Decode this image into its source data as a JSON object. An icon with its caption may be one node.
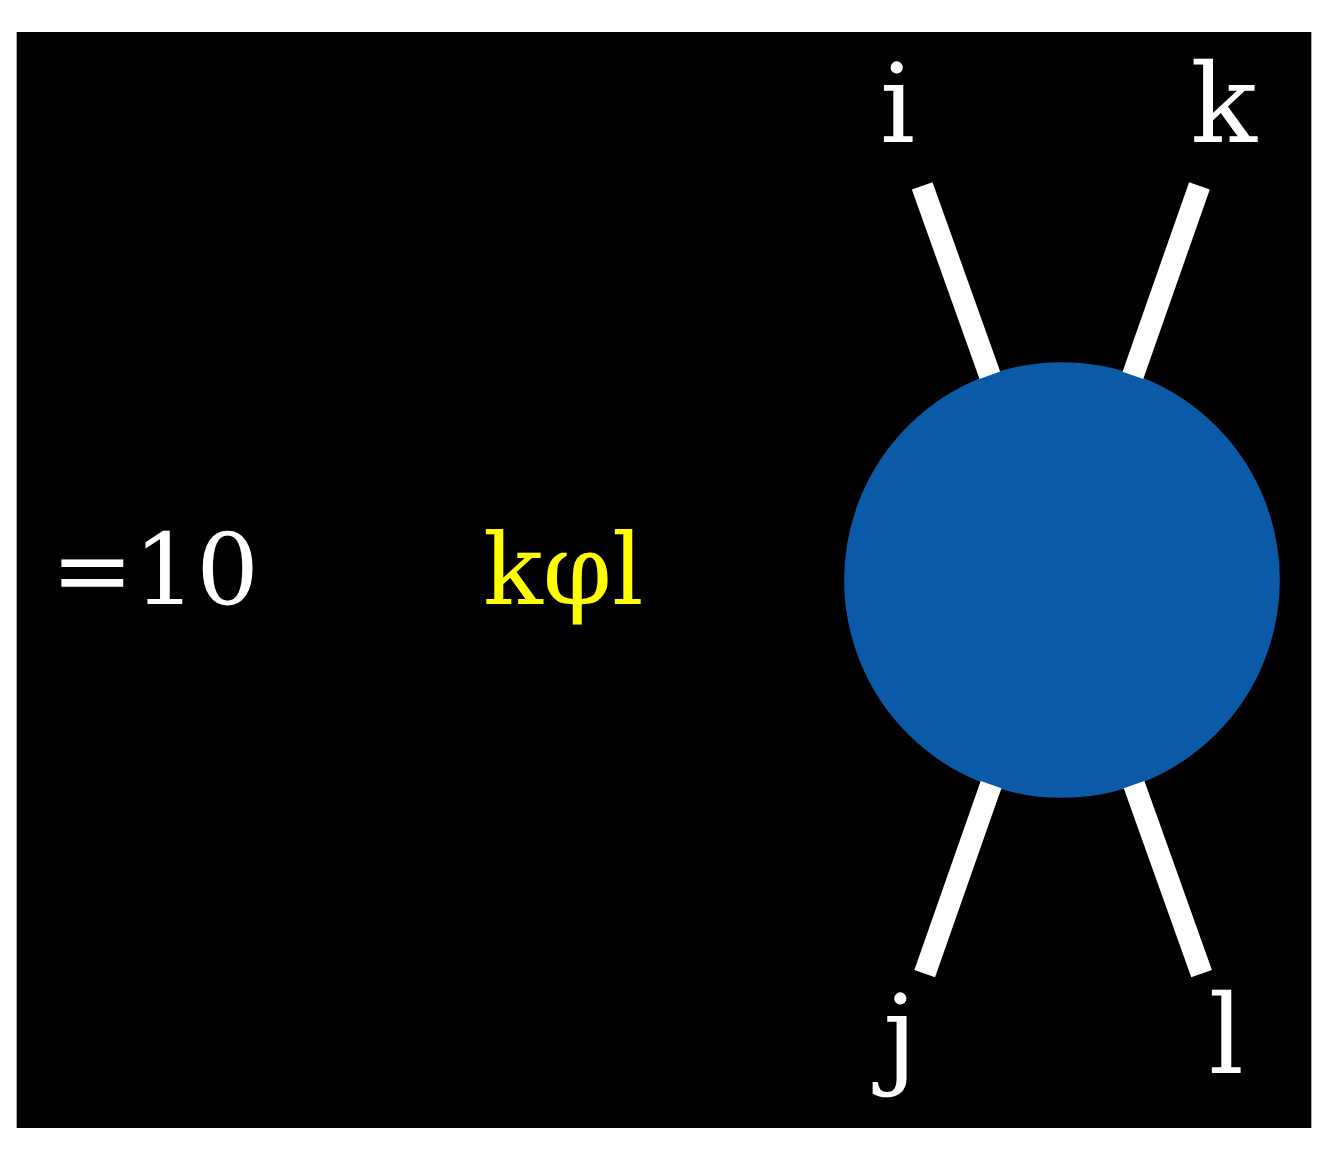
{
  "diagram": {
    "nodes": [
      {
        "text": [
          "i"
        ]
      },
      {
        "text": [
          "k"
        ]
      },
      {
        "text": [],
        "shape": "circle"
      },
      {
        "text": [
          "j"
        ]
      },
      {
        "text": [
          "l"
        ]
      }
    ],
    "edges": [
      {
        "from": 0,
        "to": 2,
        "arrow": "none"
      },
      {
        "from": 1,
        "to": 2,
        "arrow": "none"
      },
      {
        "from": 2,
        "to": 3,
        "arrow": "none"
      },
      {
        "from": 2,
        "to": 4,
        "arrow": "none"
      }
    ],
    "labels": [
      "=10",
      "kφl"
    ]
  }
}
